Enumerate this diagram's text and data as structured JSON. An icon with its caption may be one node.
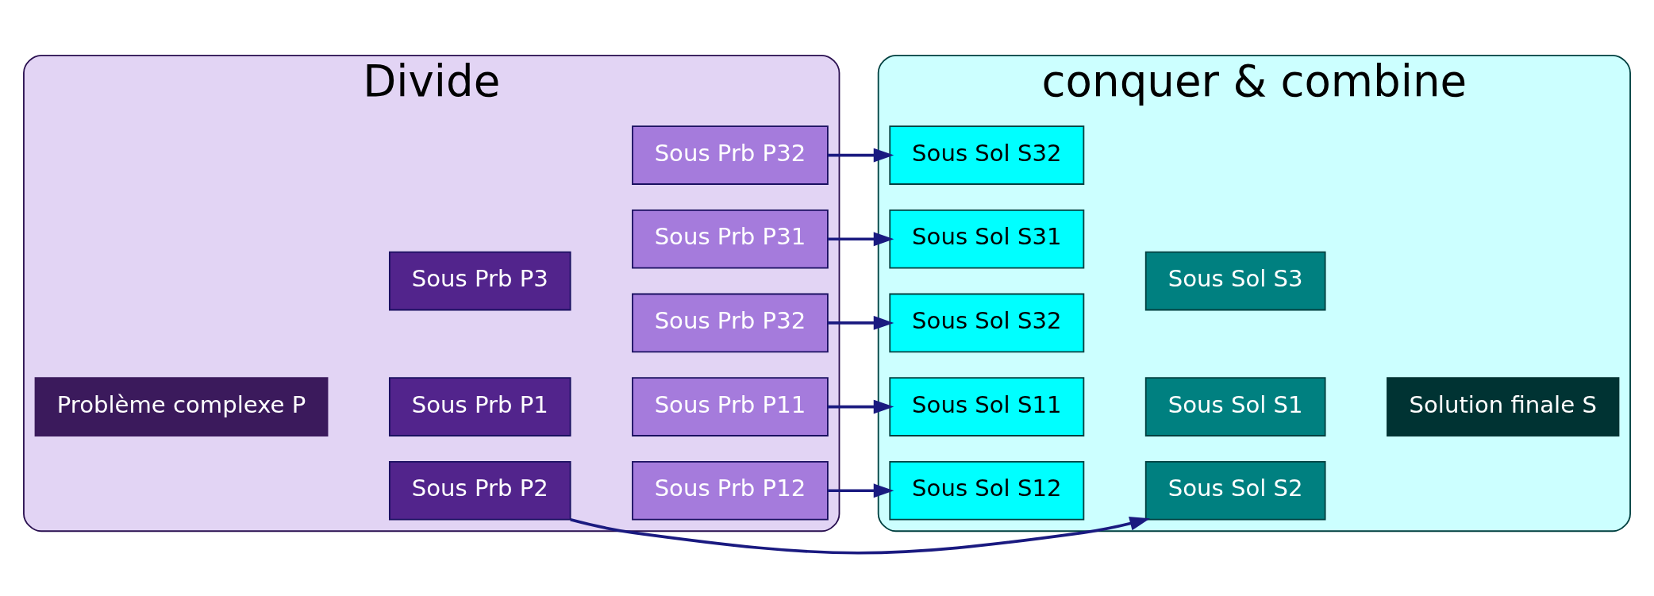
{
  "diagram": {
    "nodes": [
      {
        "text": [
          "Divide"
        ]
      },
      {
        "text": [
          "Problème complexe P"
        ],
        "in": 0
      },
      {
        "text": [
          "Sous Prb P1"
        ],
        "in": 0
      },
      {
        "text": [
          "Sous Prb P2"
        ],
        "in": 0
      },
      {
        "text": [
          "Sous Prb P3"
        ],
        "in": 0
      },
      {
        "text": [
          "Sous Prb P11"
        ],
        "in": 0
      },
      {
        "text": [
          "Sous Prb P12"
        ],
        "in": 0
      },
      {
        "text": [
          "Sous Prb P31"
        ],
        "in": 0
      },
      {
        "text": [
          "Sous Prb P32"
        ],
        "in": 0
      },
      {
        "text": [
          "Sous Prb P32"
        ],
        "in": 0
      },
      {
        "text": [
          "conquer & combine"
        ]
      },
      {
        "text": [
          "Sous Sol S11"
        ],
        "in": 10
      },
      {
        "text": [
          "Sous Sol S12"
        ],
        "in": 10
      },
      {
        "text": [
          "Sous Sol S31"
        ],
        "in": 10
      },
      {
        "text": [
          "Sous Sol S32"
        ],
        "in": 10
      },
      {
        "text": [
          "Sous Sol S32"
        ],
        "in": 10
      },
      {
        "text": [
          "Sous Sol S1"
        ],
        "in": 10
      },
      {
        "text": [
          "Sous Sol S2"
        ],
        "in": 10
      },
      {
        "text": [
          "Sous Sol S3"
        ],
        "in": 10
      },
      {
        "text": [
          "Solution finale S"
        ],
        "in": 10
      }
    ],
    "edges": [
      {
        "from": 5,
        "to": 11,
        "arrow": "to"
      },
      {
        "from": 6,
        "to": 12,
        "arrow": "to"
      },
      {
        "from": 3,
        "to": 17,
        "arrow": "to"
      },
      {
        "from": 7,
        "to": 13,
        "arrow": "to"
      },
      {
        "from": 8,
        "to": 14,
        "arrow": "to"
      },
      {
        "from": 9,
        "to": 15,
        "arrow": "to"
      }
    ]
  }
}
